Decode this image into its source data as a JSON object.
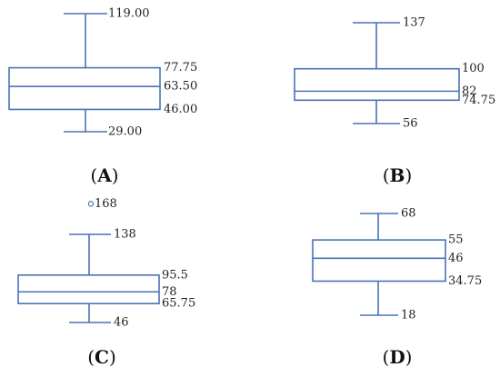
{
  "colors": {
    "box": "#4a72b8",
    "outlier": "#4a72b8",
    "text": "#222222"
  },
  "chart_data": [
    {
      "type": "boxplot",
      "panel_label": "A",
      "whisker_high": 119.0,
      "q3": 77.75,
      "median": 63.5,
      "q1": 46.0,
      "whisker_low": 29.0,
      "labels": {
        "whisker_high": "119.00",
        "q3": "77.75",
        "median": "63.50",
        "q1": "46.00",
        "whisker_low": "29.00"
      },
      "outliers": []
    },
    {
      "type": "boxplot",
      "panel_label": "B",
      "whisker_high": 137,
      "q3": 100,
      "median": 82,
      "q1": 74.75,
      "whisker_low": 56,
      "labels": {
        "whisker_high": "137",
        "q3": "100",
        "median": "82",
        "q1": "74.75",
        "whisker_low": "56"
      },
      "outliers": []
    },
    {
      "type": "boxplot",
      "panel_label": "C",
      "whisker_high": 138,
      "q3": 95.5,
      "median": 78,
      "q1": 65.75,
      "whisker_low": 46,
      "labels": {
        "whisker_high": "138",
        "q3": "95.5",
        "median": "78",
        "q1": "65.75",
        "whisker_low": "46"
      },
      "outliers": [
        {
          "value": 168,
          "label": "168"
        }
      ]
    },
    {
      "type": "boxplot",
      "panel_label": "D",
      "whisker_high": 68,
      "q3": 55,
      "median": 46,
      "q1": 34.75,
      "whisker_low": 18,
      "labels": {
        "whisker_high": "68",
        "q3": "55",
        "median": "46",
        "q1": "34.75",
        "whisker_low": "18"
      },
      "outliers": []
    }
  ]
}
